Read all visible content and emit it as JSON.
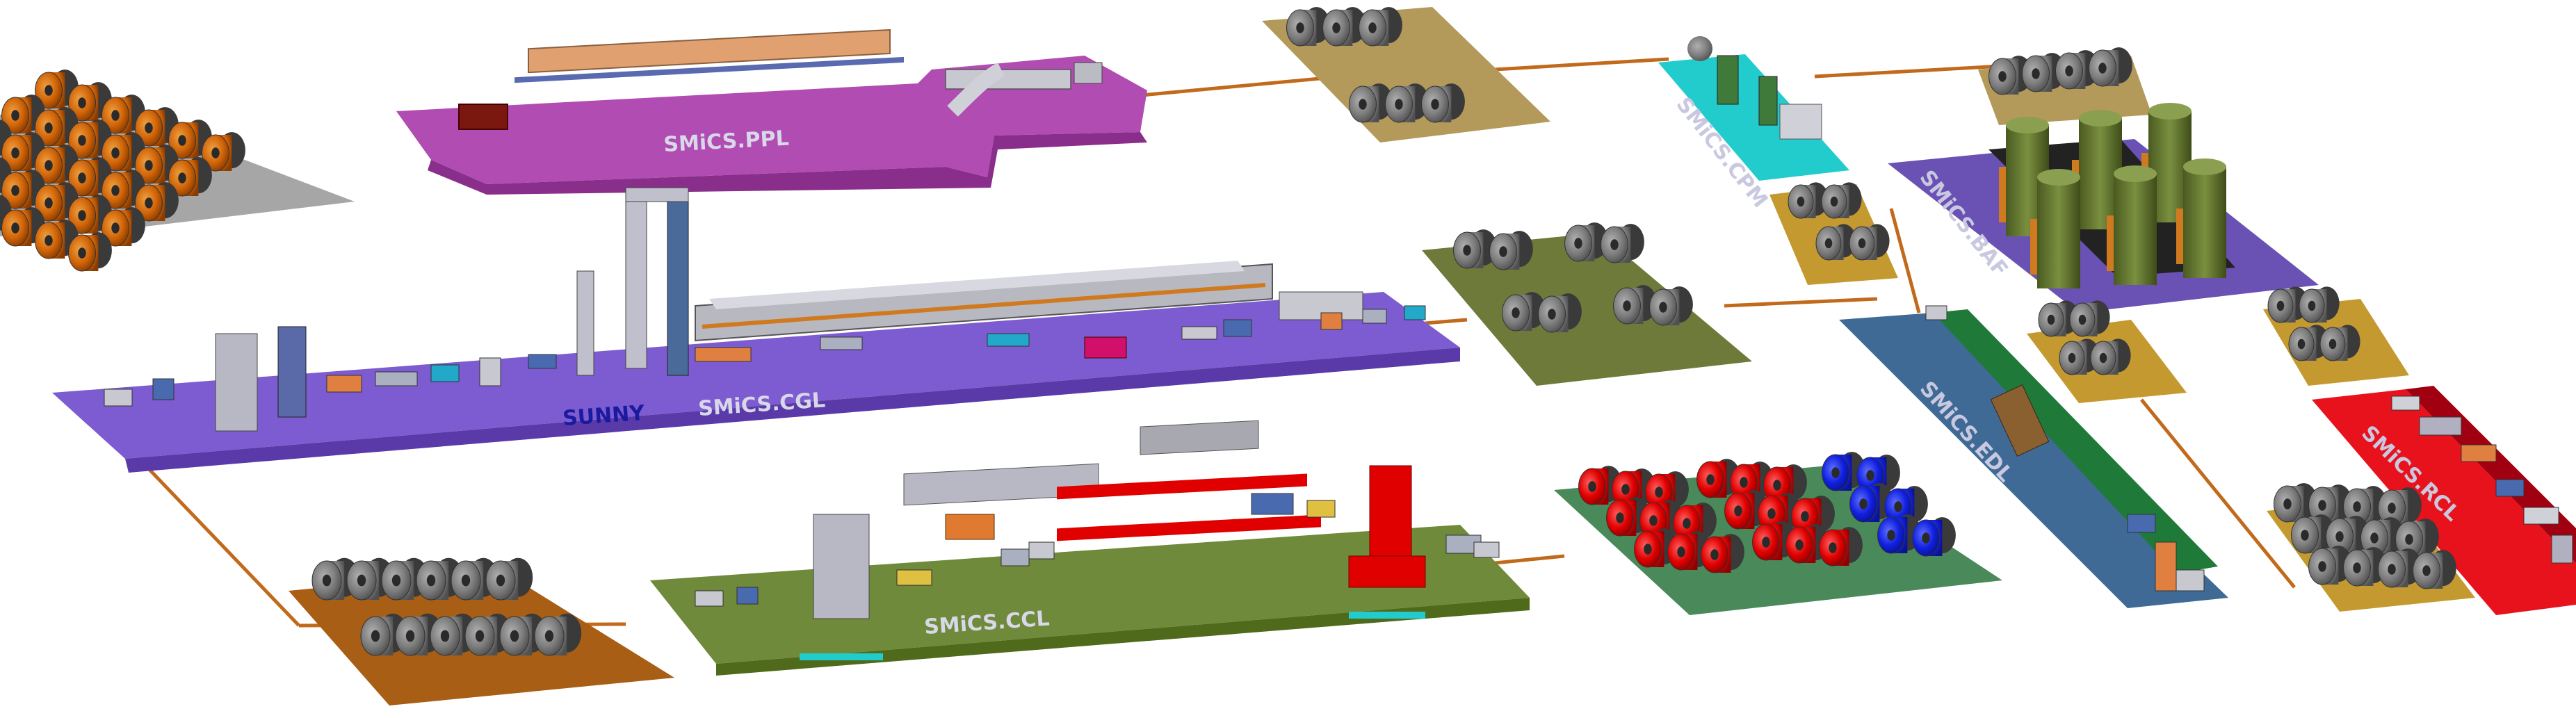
{
  "labels": {
    "ppl": "SMiCS.PPL",
    "cgl": "SMiCS.CGL",
    "sunny": "SUNNY",
    "ccl": "SMiCS.CCL",
    "cpm": "SMiCS.CPM",
    "baf": "SMiCS.BAF",
    "edl": "SMiCS.EDL",
    "rcl": "SMiCS.RCL"
  },
  "colors": {
    "conveyor": "#c26a1c",
    "ppl_platform": "#b24ab4",
    "cgl_platform": "#7d5bd0",
    "ccl_platform": "#6e8a3a",
    "cpm_platform": "#22c8c8",
    "baf_platform": "#6a52b4",
    "edl_platform": "#3f6a96",
    "rcl_platform": "#e8121c",
    "coil_grey": "#7a7a7a",
    "coil_orange": "#d46a08",
    "coil_red": "#e00000",
    "coil_blue": "#1020e0",
    "tower_olive": "#667a30"
  }
}
